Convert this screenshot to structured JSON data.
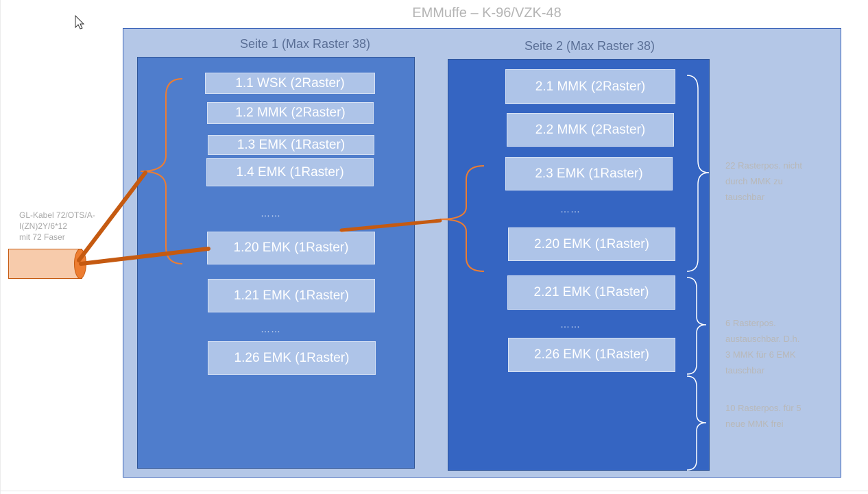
{
  "title": "EMMuffe – K-96/VZK-48",
  "page1": {
    "header": "Seite 1 (Max Raster 38)",
    "slots": [
      "1.1 WSK (2Raster)",
      "1.2 MMK (2Raster)",
      "1.3 EMK (1Raster)",
      "1.4 EMK (1Raster)",
      "1.20 EMK (1Raster)",
      "1.21 EMK (1Raster)",
      "1.26 EMK (1Raster)"
    ],
    "dots": [
      "……",
      "……"
    ]
  },
  "page2": {
    "header": "Seite 2 (Max Raster 38)",
    "slots": [
      "2.1 MMK (2Raster)",
      "2.2 MMK (2Raster)",
      "2.3 EMK (1Raster)",
      "2.20 EMK (1Raster)",
      "2.21 EMK (1Raster)",
      "2.26 EMK (1Raster)"
    ],
    "dots": [
      "……",
      "……"
    ]
  },
  "notes": [
    [
      "22 Rasterpos. nicht",
      "durch MMK zu",
      "tauschbar"
    ],
    [
      "6 Rasterpos.",
      "austauschbar. D.h.",
      "3 MMK für 6 EMK",
      "tauschbar"
    ],
    [
      "10 Rasterpos. für 5",
      "neue MMK frei"
    ]
  ],
  "cable": {
    "label": [
      "GL-Kabel 72/OTS/A-",
      "I(ZN)2Y/6*12",
      "mit 72 Faser"
    ]
  },
  "colors": {
    "outer_frame": "#b4c7e7",
    "page1_fill": "#4f7dcc",
    "page2_fill": "#3565c2",
    "slot_fill": "#aec4e8",
    "fiber_orange": "#c55a11",
    "bracket_orange": "#ed7d31",
    "bracket_white": "#ffffff"
  }
}
